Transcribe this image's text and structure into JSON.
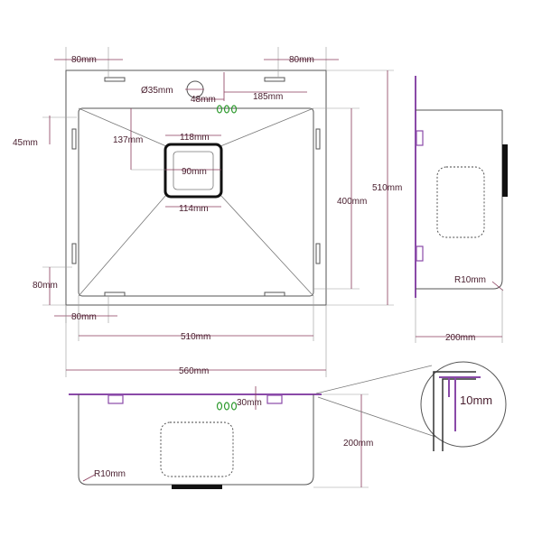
{
  "top_view": {
    "labels": {
      "top_left_80": "80mm",
      "top_right_80": "80mm",
      "hole_dia": "Ø35mm",
      "hole_offset": "48mm",
      "hole_to_edge": "185mm",
      "drain_top": "118mm",
      "drain_inner": "90mm",
      "drain_bottom": "114mm",
      "drain_depth": "137mm",
      "left_45": "45mm",
      "left_80": "80mm",
      "bottom_80": "80mm",
      "inner_height": "400mm",
      "outer_height": "510mm",
      "inner_width": "510mm",
      "outer_width": "560mm"
    }
  },
  "side_view": {
    "labels": {
      "radius": "R10mm",
      "depth": "200mm"
    }
  },
  "front_view": {
    "labels": {
      "flange": "30mm",
      "height": "200mm",
      "radius": "R10mm"
    }
  },
  "detail": {
    "labels": {
      "lip": "10mm"
    }
  },
  "colors": {
    "dimension": "#8a3a5a",
    "clip": "#8a4aa8",
    "marker": "#2e9a2e",
    "outline": "#555555"
  }
}
